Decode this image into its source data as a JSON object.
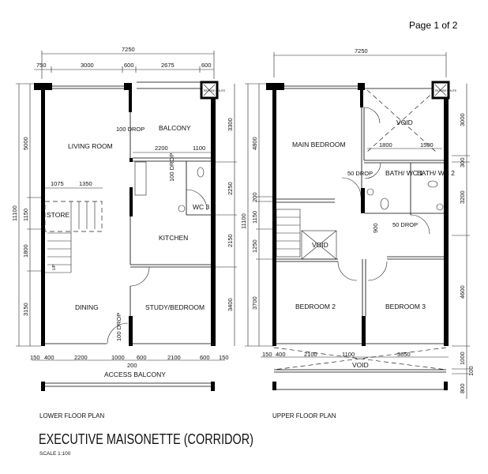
{
  "page_indicator": "Page 1 of 2",
  "lower": {
    "caption": "LOWER FLOOR PLAN",
    "rooms": {
      "living": "LIVING ROOM",
      "balcony": "BALCONY",
      "kitchen": "KITCHEN",
      "wc3": "WC 3",
      "store": "STORE",
      "dining": "DINING",
      "study": "STUDY/BEDROOM",
      "access_balcony": "ACCESS BALCONY",
      "refuse_chute": "REFUSE CHUTE",
      "up": "UP"
    },
    "drops": {
      "balcony_drop": "100 DROP",
      "kitchen_drop": "100 DROP",
      "entry_drop": "100 DROP"
    },
    "dims_top": {
      "overall": "7250",
      "d1": "750",
      "d2": "3000",
      "d3": "600",
      "d4": "2675",
      "d5": "600"
    },
    "dims_left": {
      "overall": "11100",
      "d1": "5000",
      "d2": "1150",
      "d3": "1800",
      "d4": "3150"
    },
    "dims_right": {
      "d1": "3300",
      "d2": "2250",
      "d3": "2150",
      "d4": "3400"
    },
    "dims_inner": {
      "a": "2200",
      "b": "1100",
      "c": "1075",
      "d": "1350"
    },
    "dims_bottom": {
      "d1": "150",
      "d2": "400",
      "d3": "2200",
      "d4": "1000",
      "d5": "600",
      "d6": "2100",
      "d7": "600",
      "d8": "150",
      "d9": "200"
    }
  },
  "upper": {
    "caption": "UPPER FLOOR PLAN",
    "rooms": {
      "main_bedroom": "MAIN BEDROOM",
      "void_top": "VOID",
      "bath1": "BATH/ WC 1",
      "bath2": "BATH/ WC 2",
      "stair_void": "VOID",
      "bedroom2": "BEDROOM 2",
      "bedroom3": "BEDROOM 3",
      "void_bottom": "VOID",
      "refuse_chute": "REFUSE CHUTE"
    },
    "drops": {
      "bath1_drop": "50 DROP",
      "bath2_drop": "50 DROP"
    },
    "dims_top": {
      "overall": "7250"
    },
    "dims_left": {
      "overall": "11100",
      "d1": "4800",
      "d2": "200",
      "d3": "1150",
      "d4": "1250",
      "d5": "3700"
    },
    "dims_right": {
      "d1": "3000",
      "d2": "300",
      "d3": "3200",
      "d4": "4600",
      "d5": "1000",
      "d6": "100",
      "d7": "800"
    },
    "dims_inner": {
      "a": "1800",
      "b": "1500",
      "c": "900"
    },
    "dims_bottom": {
      "d1": "150",
      "d2": "400",
      "d3": "2100",
      "d4": "1100",
      "d5": "3650"
    }
  },
  "title": "EXECUTIVE MAISONETTE (CORRIDOR)",
  "scale": "SCALE  1:100"
}
